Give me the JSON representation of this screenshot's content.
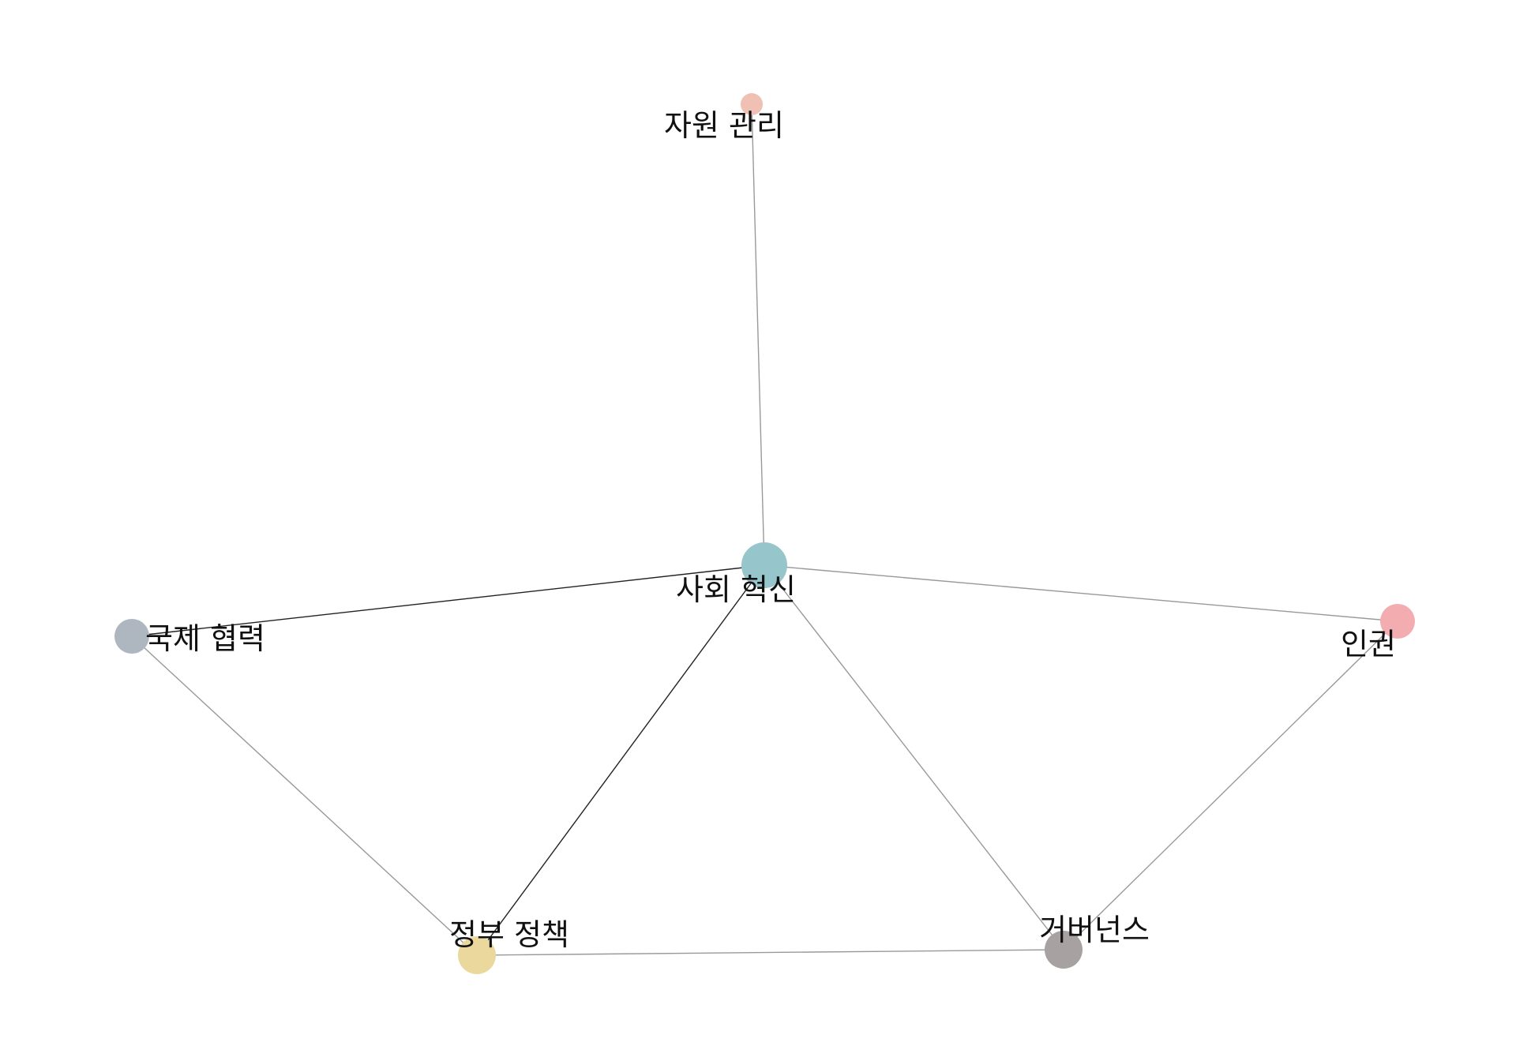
{
  "graph": {
    "nodes": [
      {
        "id": "social_innovation",
        "label": "사회 혁신",
        "color": "#96c5cb"
      },
      {
        "id": "resource_management",
        "label": "자원 관리",
        "color": "#efc0b3"
      },
      {
        "id": "international_cooperation",
        "label": "국제 협력",
        "color": "#aeb6bf"
      },
      {
        "id": "human_rights",
        "label": "인권",
        "color": "#f3adb1"
      },
      {
        "id": "government_policy",
        "label": "정부 정책",
        "color": "#ead89c"
      },
      {
        "id": "governance",
        "label": "거버넌스",
        "color": "#a8a1a1"
      }
    ],
    "edges": [
      {
        "source": "social_innovation",
        "target": "resource_management",
        "color": "#999999"
      },
      {
        "source": "social_innovation",
        "target": "international_cooperation",
        "color": "#222222"
      },
      {
        "source": "social_innovation",
        "target": "human_rights",
        "color": "#999999"
      },
      {
        "source": "social_innovation",
        "target": "government_policy",
        "color": "#222222"
      },
      {
        "source": "social_innovation",
        "target": "governance",
        "color": "#999999"
      },
      {
        "source": "international_cooperation",
        "target": "government_policy",
        "color": "#999999"
      },
      {
        "source": "human_rights",
        "target": "governance",
        "color": "#999999"
      },
      {
        "source": "government_policy",
        "target": "governance",
        "color": "#999999"
      }
    ]
  }
}
